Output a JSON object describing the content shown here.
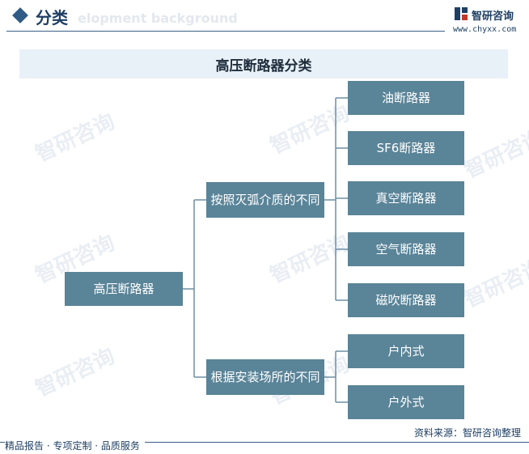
{
  "header": {
    "title": "分类",
    "bg_text": "elopment background",
    "brand_name": "智研咨询",
    "brand_url": "www.chyxx.com"
  },
  "diagram_title": "高压断路器分类",
  "watermark_text": "智研咨询",
  "tree": {
    "root": "高压断路器",
    "branches": [
      {
        "label": "按照灭弧介质的不同",
        "children": [
          "油断路器",
          "SF6断路器",
          "真空断路器",
          "空气断路器",
          "磁吹断路器"
        ]
      },
      {
        "label": "根据安装场所的不同",
        "children": [
          "户内式",
          "户外式"
        ]
      }
    ]
  },
  "footer": {
    "source": "资料来源：智研咨询整理",
    "tagline": "精品报告 · 专项定制 · 品质服务"
  },
  "colors": {
    "node_fill": "#5a8498",
    "connector": "#6d8fa3",
    "title_bar": "#e8f1f8",
    "brand": "#1f3f63"
  }
}
